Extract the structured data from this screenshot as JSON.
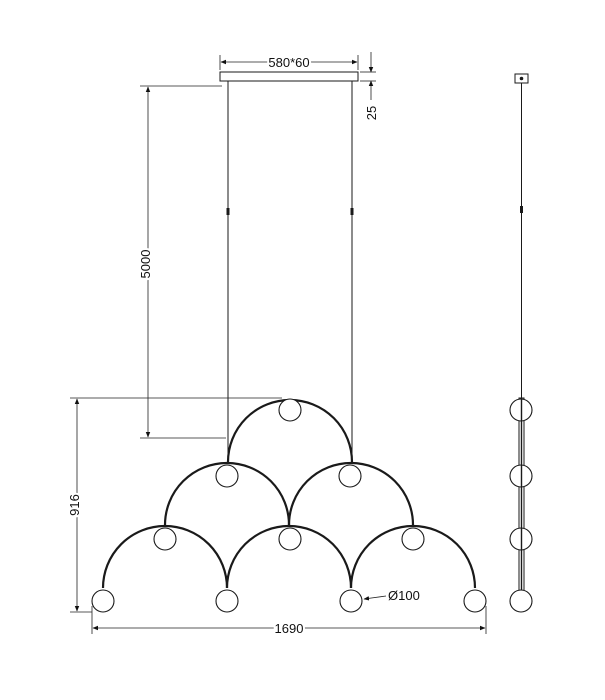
{
  "dimensions": {
    "canopy": "580*60",
    "canopy_height": "25",
    "cable_length": "5000",
    "total_height": "916",
    "total_width": "1690",
    "globe_diameter": "Ø100"
  }
}
